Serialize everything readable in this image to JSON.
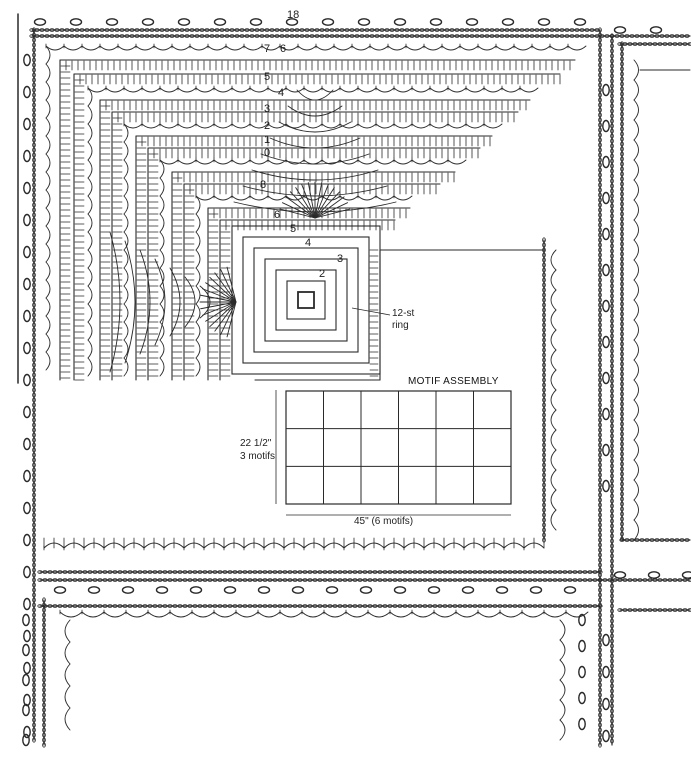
{
  "diagram": {
    "row_numbers": [
      "18",
      "7",
      "6",
      "5",
      "4",
      "3",
      "2",
      "1",
      "0",
      "8",
      "6",
      "5",
      "4",
      "3",
      "2"
    ],
    "ring_label_line1": "12-st",
    "ring_label_line2": "ring",
    "assembly": {
      "title": "MOTIF ASSEMBLY",
      "rows": 3,
      "cols": 6,
      "height_label_line1": "22 1/2\"",
      "height_label_line2": "3 motifs",
      "width_label": "45\" (6 motifs)"
    },
    "colors": {
      "ink": "#2a2a2a",
      "paper": "#ffffff"
    }
  }
}
